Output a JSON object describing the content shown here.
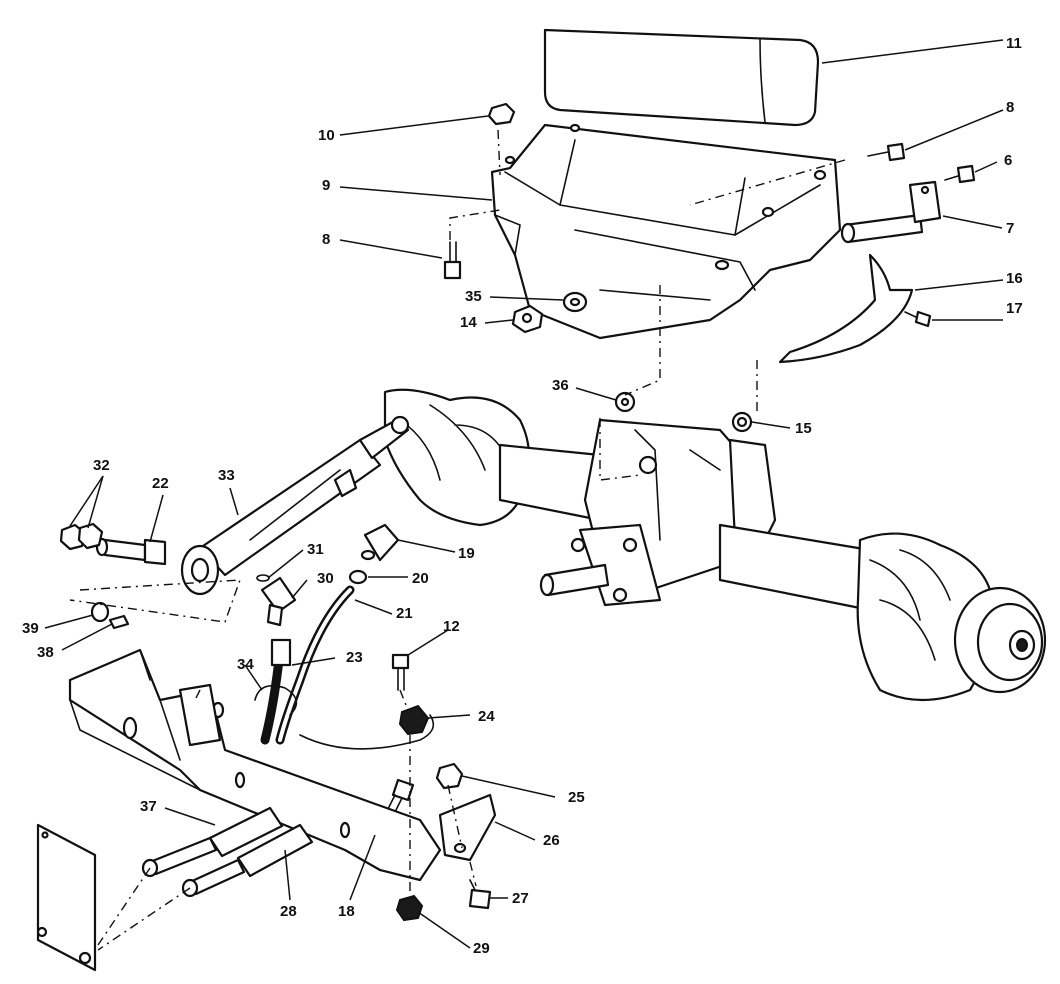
{
  "callouts": [
    "6",
    "7",
    "8",
    "8",
    "9",
    "10",
    "11",
    "12",
    "14",
    "15",
    "16",
    "17",
    "18",
    "19",
    "20",
    "21",
    "22",
    "23",
    "24",
    "25",
    "26",
    "27",
    "28",
    "29",
    "30",
    "31",
    "32",
    "33",
    "34",
    "35",
    "36",
    "37",
    "38",
    "39"
  ],
  "parts": {
    "seat_cushion": "seat-cushion",
    "seat_pan": "seat-pan-bracket",
    "pivot_pin": "pivot-pin",
    "side_shield": "side-shield",
    "transaxle": "transaxle-assembly",
    "lift_cylinder": "hydraulic-lift-cylinder",
    "frame_bracket": "frame-mount-bracket",
    "hoses": "hydraulic-hoses",
    "cover_plate": "cover-plate"
  }
}
